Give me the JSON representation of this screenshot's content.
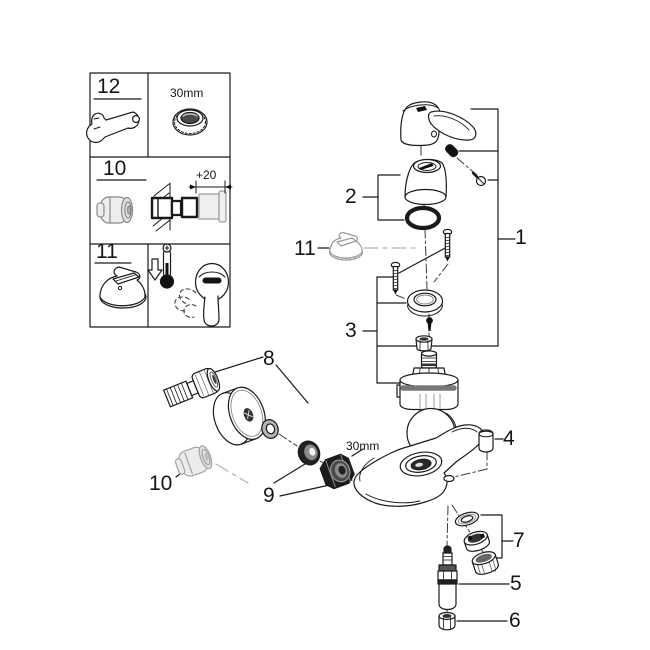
{
  "legend_box": {
    "row1": {
      "ref": "12",
      "size_label": "30mm",
      "icons": [
        "open-end-wrench-icon",
        "cap-nut-icon"
      ]
    },
    "row2": {
      "ref": "10",
      "dimension_label": "+20",
      "icons": [
        "pipe-fitting-icon",
        "wall-installation-icon"
      ]
    },
    "row3": {
      "ref": "11",
      "icons": [
        "handle-cap-icon",
        "thermometer-cold-icon",
        "lever-handle-icon"
      ]
    }
  },
  "callouts": {
    "c1": "1",
    "c2": "2",
    "c3": "3",
    "c4": "4",
    "c5": "5",
    "c6": "6",
    "c7": "7",
    "c8": "8",
    "c9": "9",
    "c10": "10",
    "c11": "11",
    "nut_size_label": "30mm"
  }
}
